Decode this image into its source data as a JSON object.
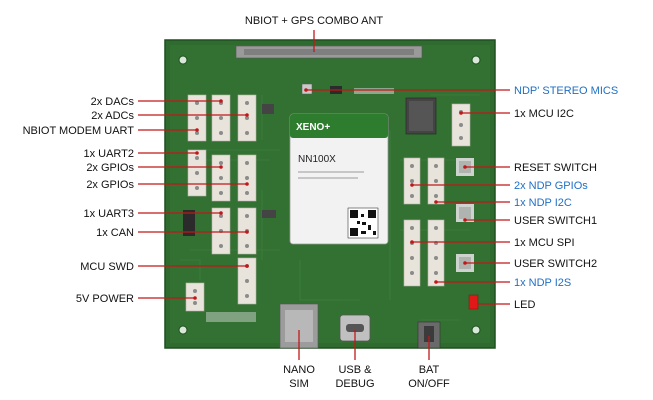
{
  "title": "NBIOT + GPS COMBO ANT",
  "module": {
    "brand": "XENO+",
    "model": "NN100X"
  },
  "labels_left": {
    "dacs": "2x DACs",
    "adcs": "2x ADCs",
    "nbiot_uart": "NBIOT MODEM UART",
    "uart2": "1x UART2",
    "gpios_1": "2x GPIOs",
    "gpios_2": "2x GPIOs",
    "uart3": "1x UART3",
    "can": "1x CAN",
    "mcu_swd": "MCU SWD",
    "power_5v": "5V POWER"
  },
  "labels_right": {
    "stereo_mics": "NDP' STEREO MICS",
    "mcu_i2c": "1x MCU I2C",
    "reset_switch": "RESET SWITCH",
    "ndp_gpios": "2x NDP GPIOs",
    "ndp_i2c": "1x NDP I2C",
    "user_switch1": "USER SWITCH1",
    "mcu_spi": "1x MCU SPI",
    "user_switch2": "USER SWITCH2",
    "ndp_i2s": "1x NDP I2S",
    "led": "LED"
  },
  "labels_bottom": {
    "nano_sim_1": "NANO",
    "nano_sim_2": "SIM",
    "usb_1": "USB &",
    "usb_2": "DEBUG",
    "bat_1": "BAT",
    "bat_2": "ON/OFF"
  },
  "colors": {
    "pcb": "#2f6b2f",
    "pcb_edge": "#1f4f1f",
    "leader": "#c01818",
    "ndp_label": "#1f6fc4"
  }
}
